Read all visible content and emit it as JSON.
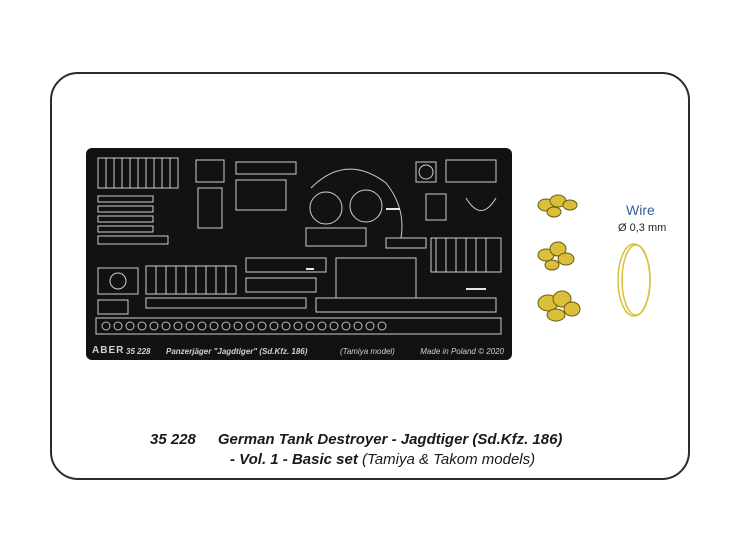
{
  "product": {
    "code": "35 228",
    "title": "German Tank Destroyer - Jagdtiger (Sd.Kfz. 186)",
    "subtitle_bold": "- Vol. 1 - Basic set",
    "subtitle_light": "(Tamiya & Takom models)"
  },
  "fret": {
    "brand": "ABER",
    "code": "35 228",
    "name": "Panzerjäger \"Jagdtiger\" (Sd.Kfz. 186)",
    "model": "(Tamiya model)",
    "made": "Made in Poland © 2020"
  },
  "wire": {
    "title": "Wire",
    "size": "Ø 0,3 mm"
  },
  "colors": {
    "fret_background": "#121212",
    "brass": "#d9bf3a",
    "wire_title": "#2f5f9e"
  }
}
